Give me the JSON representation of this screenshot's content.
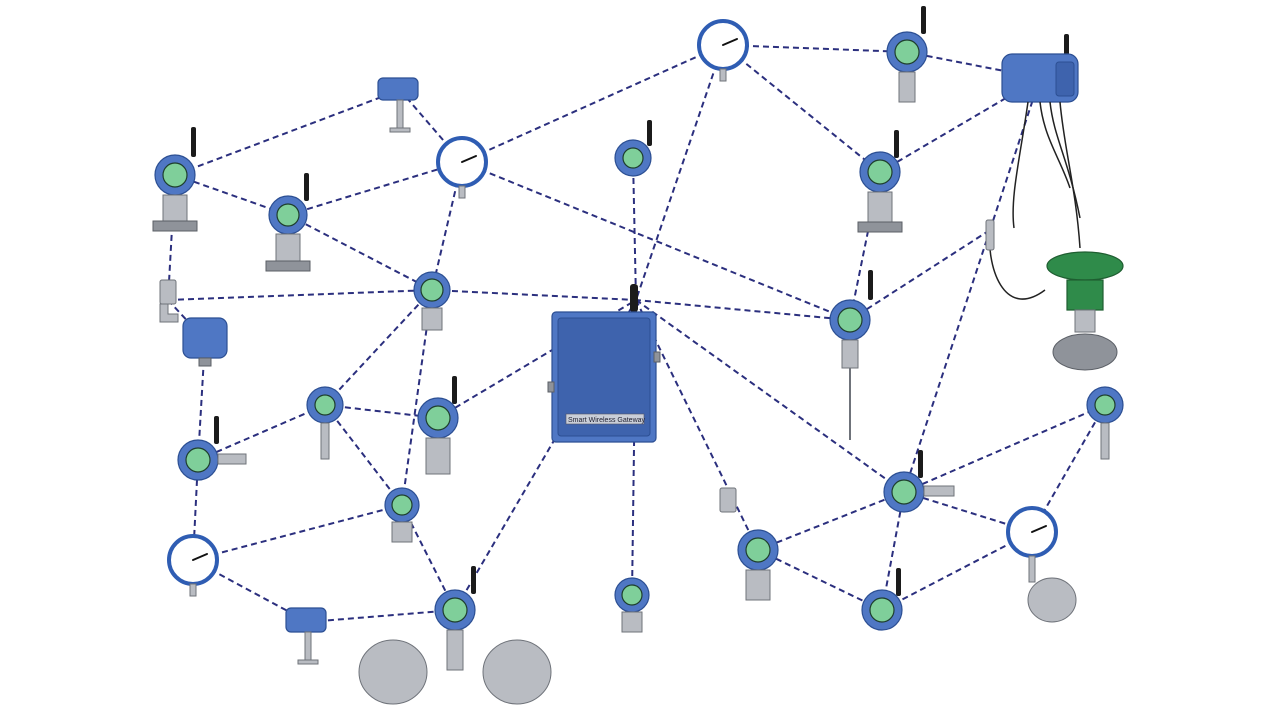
{
  "gateway": {
    "label": "Smart Wireless Gateway"
  },
  "legend": {
    "link_color": "#2b2f7e",
    "device_color": "#4f77c4",
    "valve_color": "#2f8b4a"
  },
  "devices": [
    {
      "id": "head-top",
      "kind": "temp-head"
    },
    {
      "id": "tx-upper-left",
      "kind": "pressure-transmitter"
    },
    {
      "id": "gauge-upper-left",
      "kind": "gauge"
    },
    {
      "id": "tx-left-2",
      "kind": "pressure-transmitter"
    },
    {
      "id": "elbow-left",
      "kind": "elbow-sensor"
    },
    {
      "id": "head-left",
      "kind": "temp-head"
    },
    {
      "id": "tx-center-left",
      "kind": "pressure-transmitter"
    },
    {
      "id": "tx-top-center",
      "kind": "transmitter"
    },
    {
      "id": "gauge-top",
      "kind": "gauge"
    },
    {
      "id": "tx-top-right",
      "kind": "transmitter"
    },
    {
      "id": "adapter-top-right",
      "kind": "adapter"
    },
    {
      "id": "tx-right-mid",
      "kind": "pressure-transmitter"
    },
    {
      "id": "level-sensor",
      "kind": "level-transmitter"
    },
    {
      "id": "valve",
      "kind": "control-valve"
    },
    {
      "id": "thermo-left",
      "kind": "temperature-transmitter"
    },
    {
      "id": "temp-small-1",
      "kind": "temperature-transmitter"
    },
    {
      "id": "tx-mid",
      "kind": "pressure-transmitter"
    },
    {
      "id": "tx-small-2",
      "kind": "pressure-transmitter"
    },
    {
      "id": "gauge-bottom-left",
      "kind": "gauge"
    },
    {
      "id": "head-bottom-left",
      "kind": "temp-head"
    },
    {
      "id": "tx-seals",
      "kind": "pressure-transmitter"
    },
    {
      "id": "tx-bottom-center",
      "kind": "pressure-transmitter"
    },
    {
      "id": "elbow-bottom",
      "kind": "pressure-transmitter"
    },
    {
      "id": "temp-right",
      "kind": "temperature-transmitter"
    },
    {
      "id": "temp-far-right",
      "kind": "temperature-transmitter"
    },
    {
      "id": "gauge-bottom-right",
      "kind": "gauge"
    },
    {
      "id": "tx-bottom-right",
      "kind": "transmitter"
    }
  ]
}
